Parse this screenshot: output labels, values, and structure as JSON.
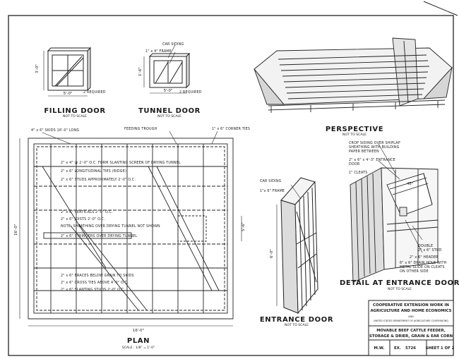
{
  "filling_door": {
    "title": "FILLING DOOR",
    "scale": "NOT TO SCALE",
    "width": "5'-0\"",
    "height": "3'-0\"",
    "qty": "2 REQUIRED"
  },
  "tunnel_door": {
    "title": "TUNNEL DOOR",
    "scale": "NOT TO SCALE",
    "width": "5'-0\"",
    "height": "1'-6\"",
    "qty": "2 REQUIRED",
    "car_siding": "CAR SIDING",
    "frame": "1\" x 4\" FRAME"
  },
  "perspective": {
    "title": "PERSPECTIVE",
    "scale": "NOT TO SCALE"
  },
  "plan": {
    "title": "PLAN",
    "scale": "SCALE : 1/8\" = 1'-0\"",
    "top_left": "4\" x 6\" SKIDS 16'-0\" LONG",
    "feeding_trough": "FEEDING TROUGH",
    "corner_tie": "1\" x 6\" CORNER TIES",
    "notes": [
      "2\" x 4\" @ 2'-0\" O.C. FORM SLANTING SCREEN OF DRYING TUNNEL",
      "2\" x 6\" LONGITUDINAL TIES (RIDGE)",
      "2\" x 6\" STUDS APPROXIMATELY 2'-0\" O.C.",
      "2\" x 6\" VERTICALS 2'-0\" O.C.",
      "2\" x 6\" JOISTS 2'-0\" O.C.",
      "NOTE: SHEATHING OVER DRYING TUNNEL NOT SHOWN",
      "2\" x 6\" STRINGERS OVER DRYING TUNNEL",
      "2\" x 6\" BRACES BELOW GRAIN TO SKIDS",
      "2\" x 6\" CROSS TIES ABOVE 4'-0\" O.C.",
      "2\" x 6\" SLANTING STUDS 2'-0\" O.C."
    ],
    "dim_bottom": "16'-0\"",
    "dim_side": "16'-0\"",
    "dim_inner": "5'-6\""
  },
  "entrance_door": {
    "title": "ENTRANCE DOOR",
    "scale": "NOT TO SCALE",
    "car_siding": "CAR SIDING",
    "frame": "1\"x 6\" FRAME",
    "height": "6'-0\""
  },
  "detail": {
    "title": "DETAIL AT ENTRANCE DOOR",
    "scale": "NOT TO SCALE",
    "notes": [
      "CROP SIDING OVER SHIPLAP",
      "SHEATHING WITH BUILDING",
      "PAPER BETWEEN",
      "2\" x 6\" x 4'-3\" ENTRANCE",
      "DOOR",
      "1\" CLEATS"
    ],
    "notes2": [
      "DOUBLE",
      "2\" x 6\" STUD",
      "2\" x 6\" HEADER",
      "6\" x 6\" DRAIN HOLE WITH",
      "METAL SLIDE ON CLEATS",
      "ON OTHER SIDE"
    ],
    "angle": "45°"
  },
  "title_block": {
    "line1": "COOPERATIVE EXTENSION WORK IN",
    "line2": "AGRICULTURE AND HOME ECONOMICS",
    "fine": "AND",
    "fine2": "UNITED STATES DEPARTMENT OF AGRICULTURE COOPERATING",
    "line3": "MOVABLE BEEF CATTLE FEEDER,",
    "line4": "STORAGE & DRIER, GRAIN & EAR CORN",
    "mw": "M.W.",
    "ex": "EX.",
    "number": "5726",
    "sheet": "SHEET 1 OF 2"
  }
}
